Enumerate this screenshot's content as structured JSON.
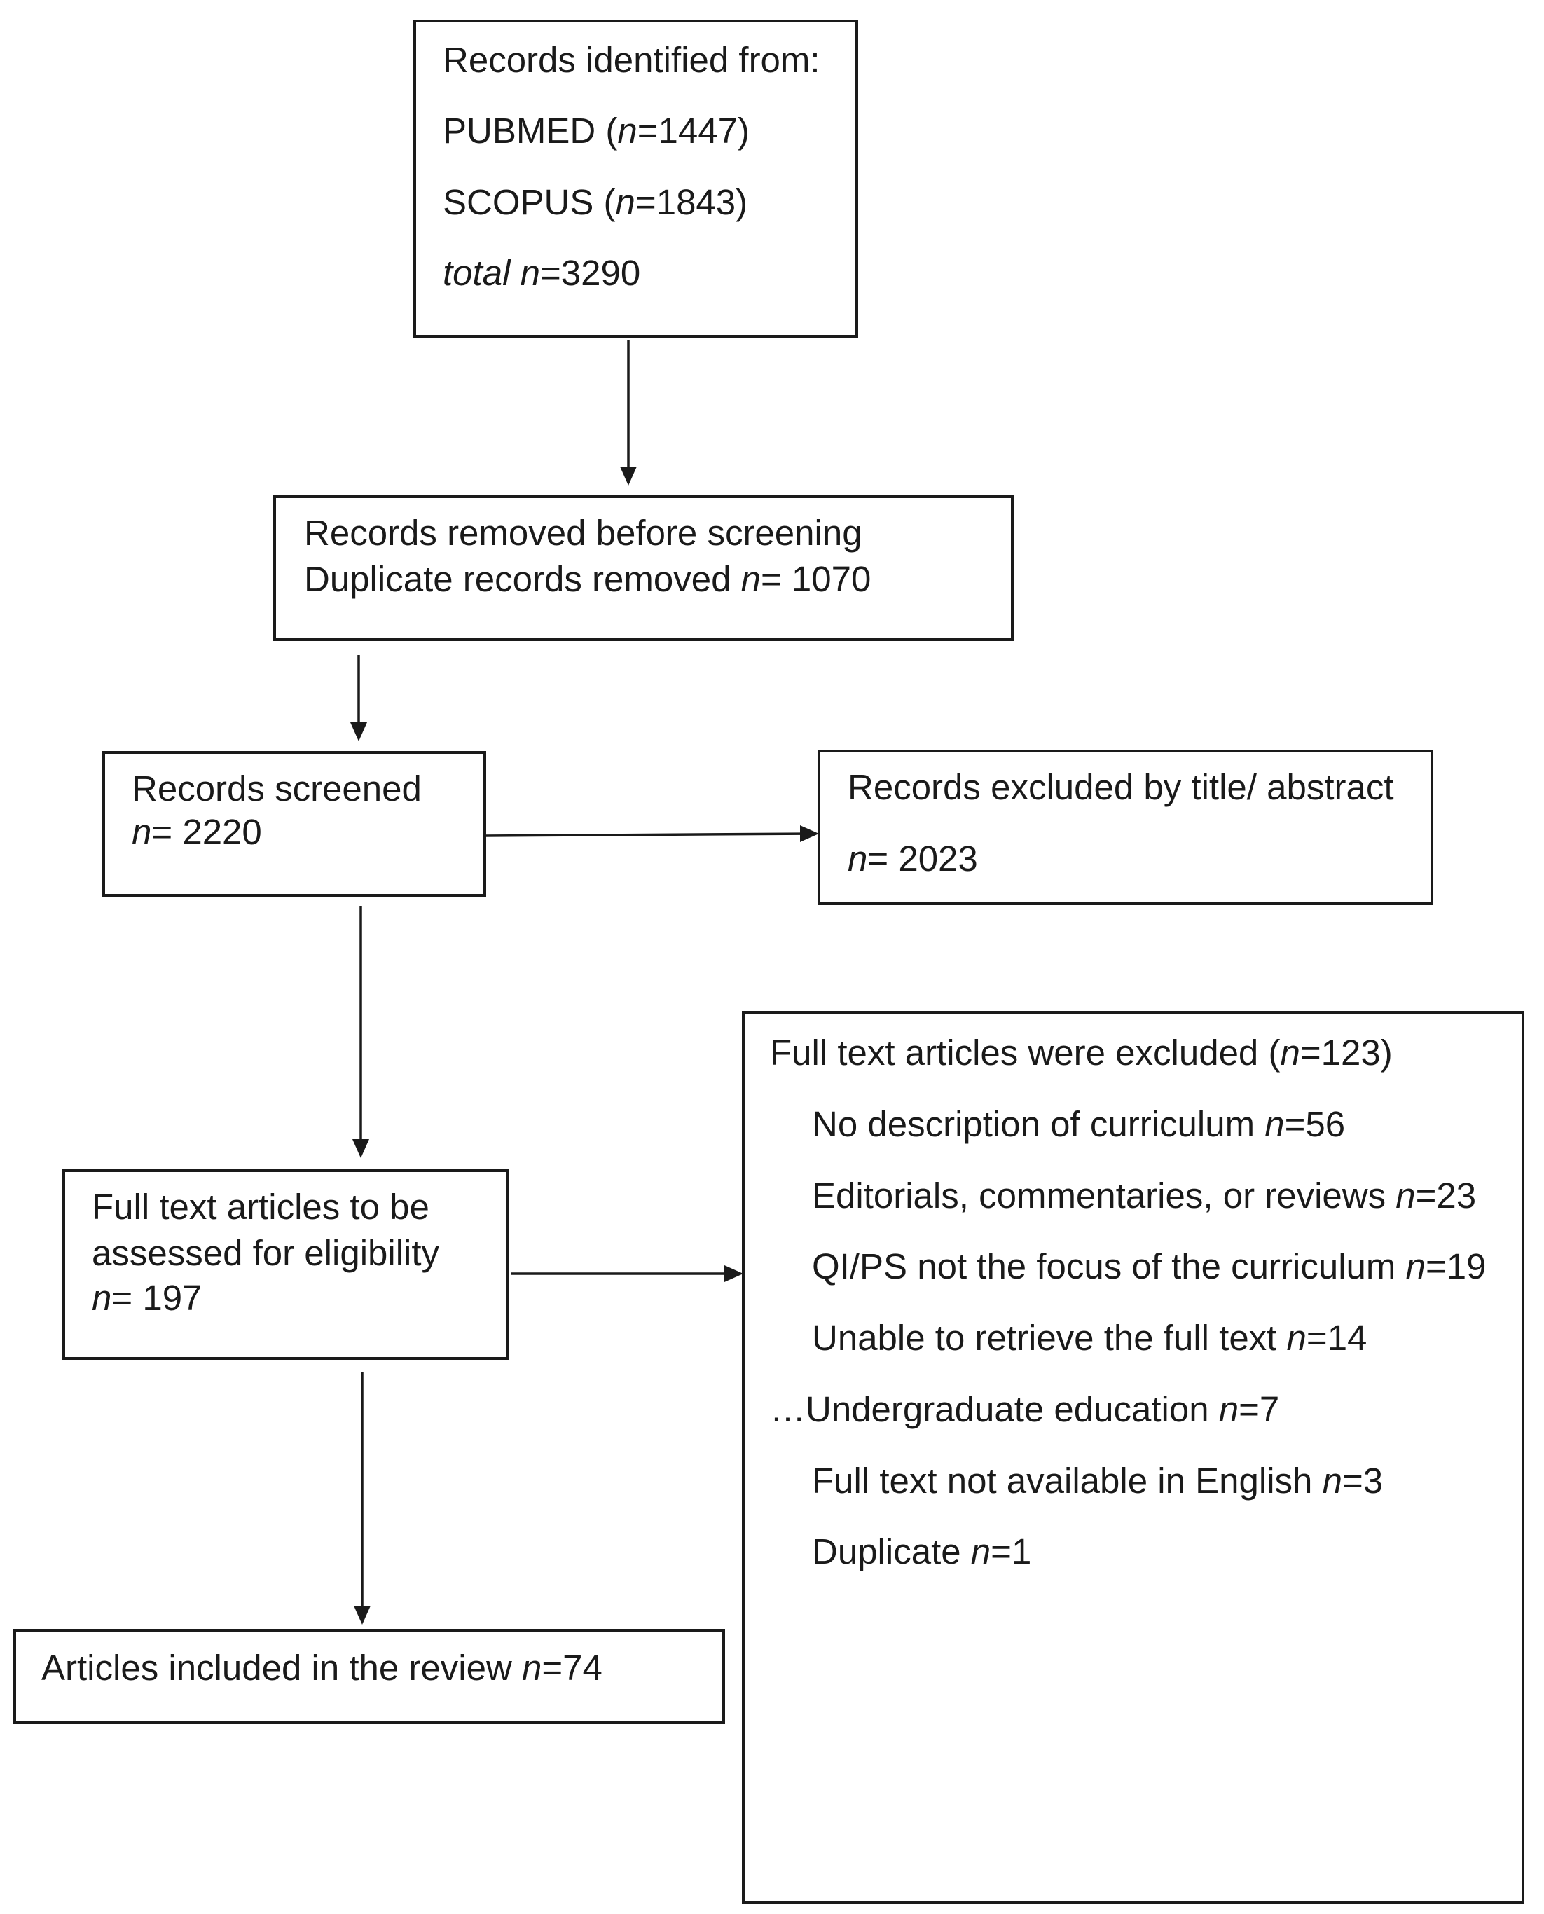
{
  "identification": {
    "heading": "Records identified from:",
    "sources": [
      {
        "label": "PUBMED (",
        "n": "n",
        "value": "=1447)"
      },
      {
        "label": "SCOPUS (",
        "n": "n",
        "value": "=1843)"
      }
    ],
    "total": {
      "label": "total",
      "n": "n",
      "value": "=3290"
    }
  },
  "removed": {
    "line1": "Records removed before screening",
    "label": "Duplicate records removed ",
    "n": "n",
    "value": "= 1070"
  },
  "screened": {
    "label": "Records screened",
    "n": "n",
    "value": "= 2220"
  },
  "excluded_title": {
    "label": "Records excluded by title/ abstract",
    "n": "n",
    "value": "= 2023"
  },
  "fulltext": {
    "line1": "Full text articles to be",
    "line2": "assessed for eligibility",
    "n": "n",
    "value": "= 197"
  },
  "excluded_fulltext": {
    "heading_label": "Full text articles were excluded (",
    "heading_n": "n",
    "heading_value": "=123)",
    "reasons": [
      {
        "prefix": "",
        "label": "No description of curriculum ",
        "n": "n",
        "value": "=56"
      },
      {
        "prefix": "",
        "label": "Editorials, commentaries, or reviews ",
        "n": "n",
        "value": "=23"
      },
      {
        "prefix": "",
        "label": "QI/PS not the focus of the curriculum ",
        "n": "n",
        "value": "=19"
      },
      {
        "prefix": "",
        "label": "Unable to retrieve the full text ",
        "n": "n",
        "value": "=14"
      },
      {
        "prefix": "…",
        "label": "Undergraduate education ",
        "n": "n",
        "value": "=7"
      },
      {
        "prefix": "",
        "label": "Full text not available in English ",
        "n": "n",
        "value": "=3"
      },
      {
        "prefix": "",
        "label": "Duplicate ",
        "n": "n",
        "value": "=1"
      }
    ]
  },
  "included": {
    "label": "Articles included in the review ",
    "n": "n",
    "value": "=74"
  }
}
